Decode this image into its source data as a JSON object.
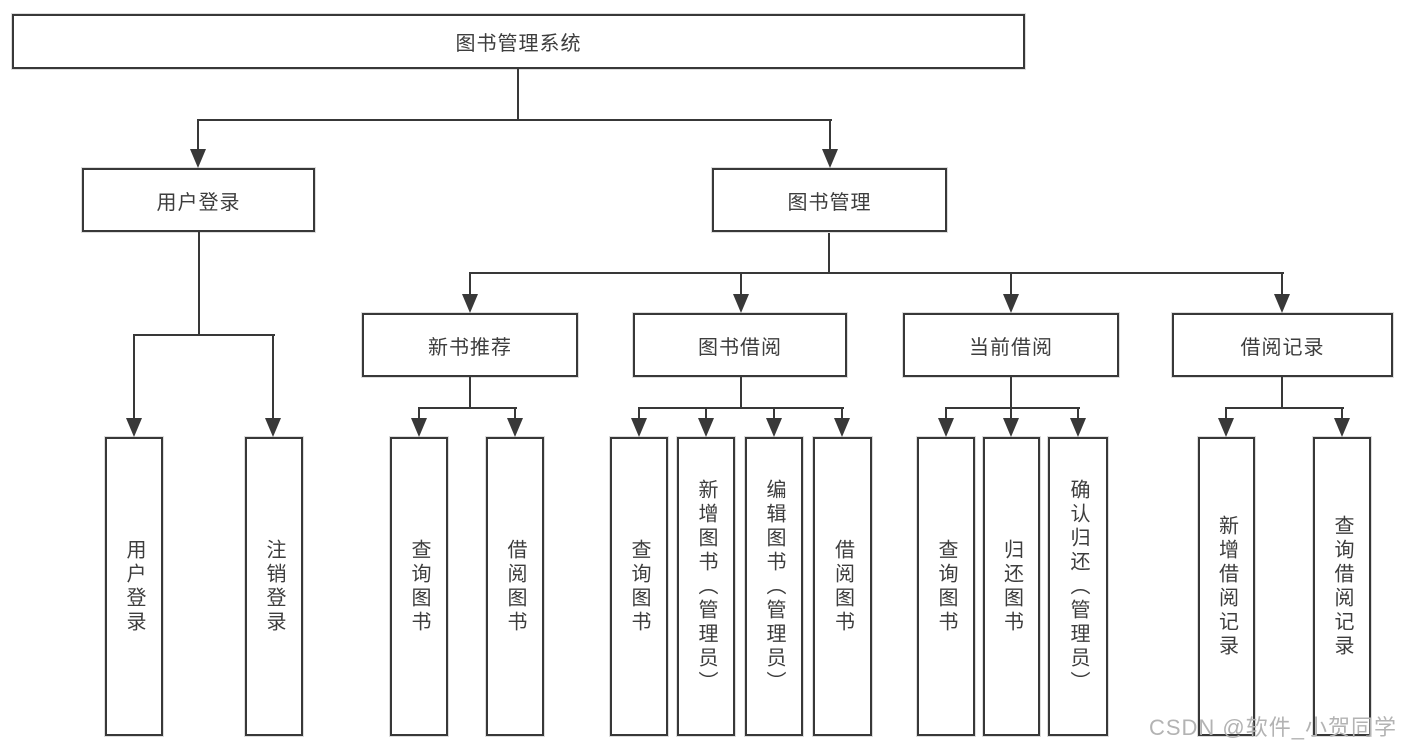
{
  "d": {
    "root": "图书管理系统",
    "branches": [
      {
        "label": "用户登录",
        "children": [
          "用户登录",
          "注销登录"
        ]
      },
      {
        "label": "图书管理",
        "sub": [
          {
            "label": "新书推荐",
            "children": [
              "查询图书",
              "借阅图书"
            ]
          },
          {
            "label": "图书借阅",
            "children": [
              "查询图书",
              "新增图书（管理员）",
              "编辑图书（管理员）",
              "借阅图书"
            ]
          },
          {
            "label": "当前借阅",
            "children": [
              "查询图书",
              "归还图书",
              "确认归还（管理员）"
            ]
          },
          {
            "label": "借阅记录",
            "children": [
              "新增借阅记录",
              "查询借阅记录"
            ]
          }
        ]
      }
    ],
    "watermark": "CSDN @软件_小贺同学",
    "colors": {
      "line": "#383838",
      "text": "#3d3d3d",
      "watermark": "#b3b3b3",
      "background": "#ffffff"
    }
  }
}
